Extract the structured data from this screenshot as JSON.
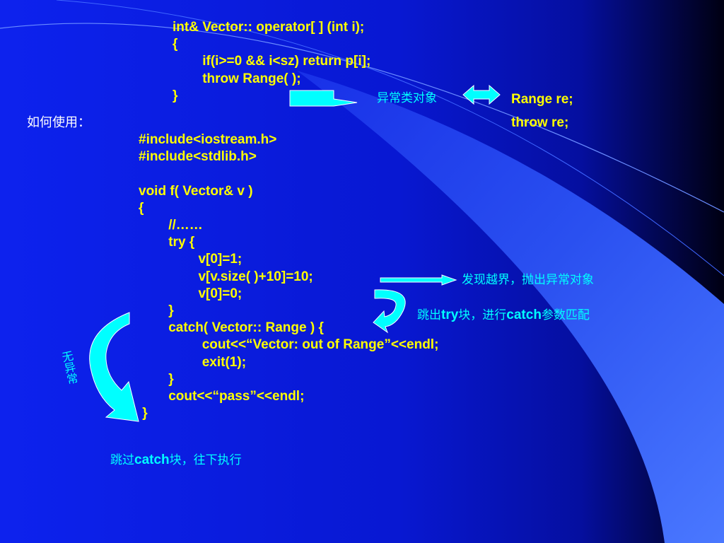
{
  "slide": {
    "operator_code": "int& Vector:: operator[ ] (int i);\n{\n        if(i>=0 && i<sz) return p[i];\n        throw Range( );\n}",
    "exception_object_label": "异常类对象",
    "range_re_code": "Range re;\nthrow re;",
    "how_to_use_label": "如何使用：",
    "main_code": "#include<iostream.h>\n#include<stdlib.h>\n\nvoid f( Vector& v )\n{\n        //……\n        try {\n                v[0]=1;\n                v[v.size( )+10]=10;\n                v[0]=0;\n        }\n        catch( Vector:: Range ) {\n                 cout<<“Vector: out of Range”<<endl;\n                 exit(1);\n        }\n        cout<<“pass”<<endl;\n }",
    "found_out_of_range_note": "发现越界，抛出异常对象",
    "jump_out_prefix": "跳出",
    "jump_out_try": "try",
    "jump_out_middle": "块，进行",
    "jump_out_catch": "catch",
    "jump_out_suffix": "参数匹配",
    "no_exception_label": "无异常",
    "skip_prefix": "跳过",
    "skip_catch": "catch",
    "skip_suffix": "块，往下执行"
  },
  "colors": {
    "background": "#0a1fe0",
    "code_text": "#ffff00",
    "annotation_text": "#00ffff",
    "arrow_fill": "#00ffff",
    "label_text": "#ffffff"
  }
}
